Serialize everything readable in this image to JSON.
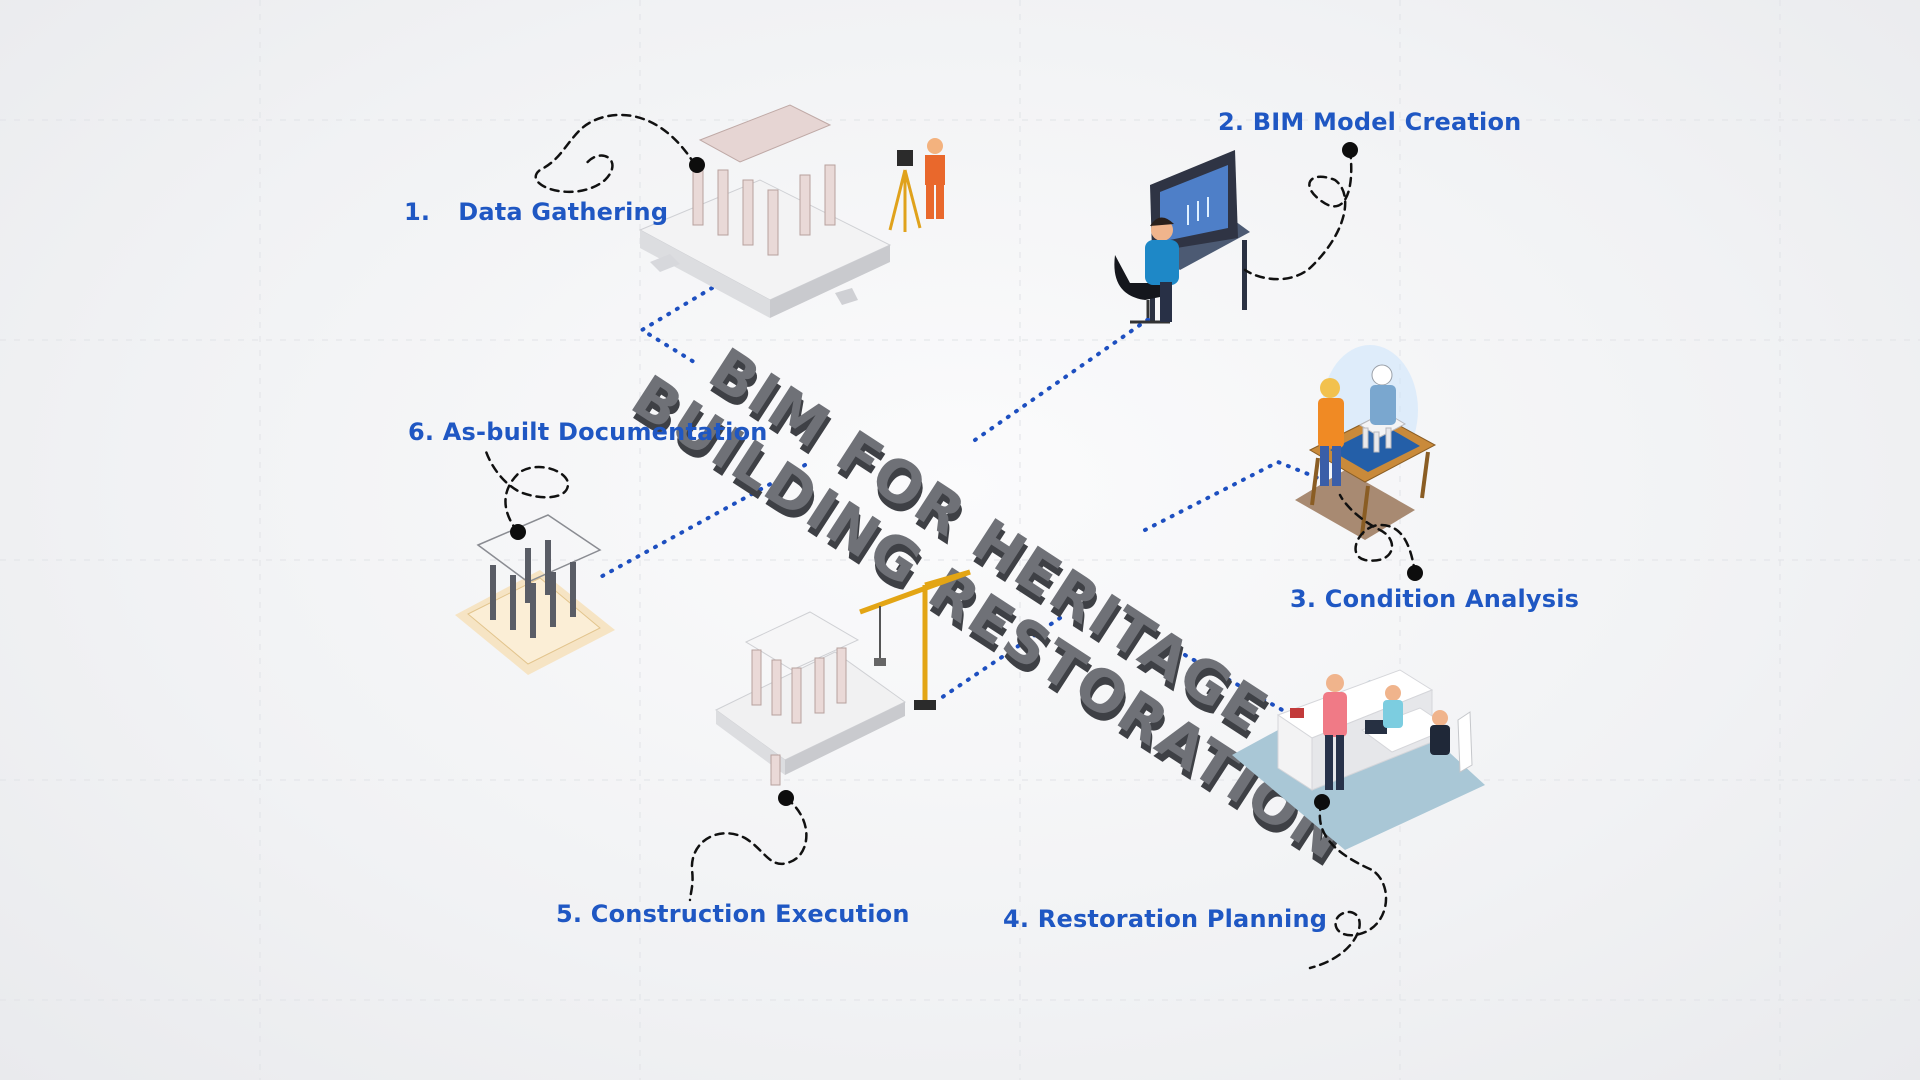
{
  "diagram": {
    "title_line1": "BIM FOR HERITAGE",
    "title_line2": "BUILDING RESTORATION",
    "steps": [
      {
        "number": "1.",
        "label": "Data Gathering",
        "icon": "ruined-temple-survey-icon"
      },
      {
        "number": "2.",
        "label": "BIM Model Creation",
        "icon": "computer-modeling-icon"
      },
      {
        "number": "3.",
        "label": "Condition Analysis",
        "icon": "tablet-inspection-icon"
      },
      {
        "number": "4.",
        "label": "Restoration Planning",
        "icon": "team-meeting-icon"
      },
      {
        "number": "5.",
        "label": "Construction Execution",
        "icon": "crane-temple-icon"
      },
      {
        "number": "6.",
        "label": "As-built Documentation",
        "icon": "wireframe-temple-icon"
      }
    ]
  },
  "colors": {
    "label": "#1f57c3",
    "connector": "#1d4fc0",
    "title": "#6f7177",
    "crane": "#f2b51c"
  }
}
